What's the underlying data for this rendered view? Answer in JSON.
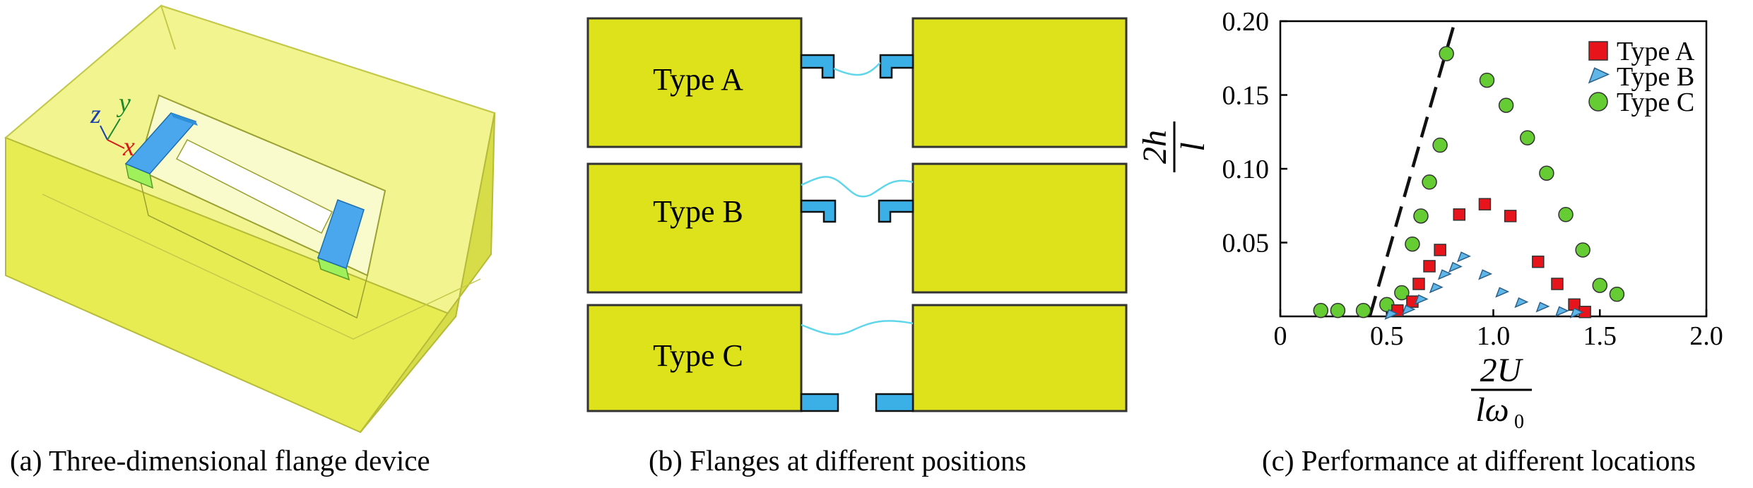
{
  "panels": {
    "a": {
      "caption": "(a) Three-dimensional flange device",
      "axes": {
        "z": "z",
        "y": "y",
        "x": "x"
      }
    },
    "b": {
      "caption": "(b) Flanges at different positions",
      "rows": [
        {
          "label": "Type A",
          "flange_position": "top"
        },
        {
          "label": "Type B",
          "flange_position": "middle"
        },
        {
          "label": "Type C",
          "flange_position": "bottom"
        }
      ]
    },
    "c": {
      "caption": "(c) Performance at different locations",
      "ylabel": {
        "numerator": "2h",
        "denominator": "l"
      },
      "xlabel": {
        "numerator": "2U",
        "denominator": "lω",
        "subscript": "0"
      }
    }
  },
  "colors": {
    "block": "#dde21b",
    "flange": "#3ab0e6",
    "wave": "#5fd6ea",
    "typeA": "#e8141c",
    "typeB": "#5fb6e8",
    "typeC": "#66cc33",
    "device": "#eef26a",
    "bar_blue": "#4aa7ee",
    "bar_green": "#9ff05a"
  },
  "chart_data": {
    "type": "scatter",
    "xlim": [
      0,
      2.0
    ],
    "ylim": [
      0,
      0.2
    ],
    "xticks": [
      "0",
      "0.5",
      "1.0",
      "1.5",
      "2.0"
    ],
    "yticks": [
      "0.05",
      "0.10",
      "0.15",
      "0.20"
    ],
    "legend_position": "top-right",
    "series": [
      {
        "name": "Type A",
        "marker": "square",
        "color": "#e8141c",
        "x": [
          0.55,
          0.62,
          0.65,
          0.7,
          0.75,
          0.84,
          0.96,
          1.08,
          1.21,
          1.3,
          1.38,
          1.43
        ],
        "y": [
          0.004,
          0.01,
          0.022,
          0.034,
          0.045,
          0.069,
          0.076,
          0.068,
          0.037,
          0.022,
          0.008,
          0.003
        ]
      },
      {
        "name": "Type B",
        "marker": "triangle",
        "color": "#5fb6e8",
        "x": [
          0.52,
          0.6,
          0.66,
          0.73,
          0.77,
          0.82,
          0.86,
          0.96,
          1.04,
          1.13,
          1.23,
          1.32,
          1.39
        ],
        "y": [
          0.001,
          0.004,
          0.011,
          0.019,
          0.028,
          0.033,
          0.04,
          0.028,
          0.016,
          0.009,
          0.006,
          0.003,
          0.002
        ]
      },
      {
        "name": "Type C",
        "marker": "circle",
        "color": "#66cc33",
        "x": [
          0.19,
          0.27,
          0.39,
          0.5,
          0.57,
          0.62,
          0.66,
          0.7,
          0.75,
          0.78,
          0.97,
          1.06,
          1.16,
          1.25,
          1.34,
          1.42,
          1.5,
          1.58
        ],
        "y": [
          0.004,
          0.004,
          0.004,
          0.008,
          0.016,
          0.049,
          0.068,
          0.091,
          0.116,
          0.178,
          0.16,
          0.143,
          0.121,
          0.097,
          0.069,
          0.045,
          0.021,
          0.015
        ]
      }
    ],
    "reference_line": {
      "style": "dashed",
      "x": [
        0.42,
        0.82
      ],
      "y": [
        0.0,
        0.2
      ]
    }
  }
}
